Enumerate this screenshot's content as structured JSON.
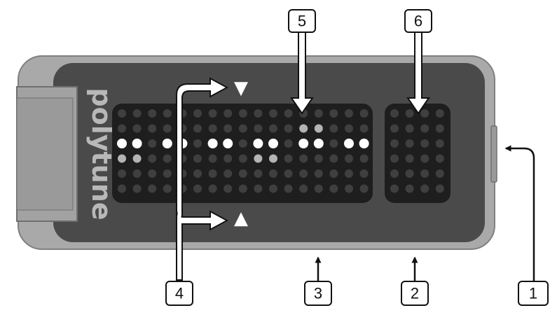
{
  "device": {
    "brand": "polytune",
    "flat_indicator": "▼",
    "sharp_indicator": "▲"
  },
  "callouts": [
    {
      "id": "c1",
      "label": "1"
    },
    {
      "id": "c2",
      "label": "2"
    },
    {
      "id": "c3",
      "label": "3"
    },
    {
      "id": "c4",
      "label": "4"
    },
    {
      "id": "c5",
      "label": "5"
    },
    {
      "id": "c6",
      "label": "6"
    }
  ],
  "colors": {
    "body_outer": "#a9a9a9",
    "body_inner": "#4a4a4a",
    "display_bg": "#1e1e1e",
    "led_off": "#3f3f3f",
    "led_on": "#ffffff",
    "led_dim": "#b4b4b4"
  },
  "main_display": {
    "rows": 6,
    "cols": 17,
    "lit_cells": [
      [
        2,
        0
      ],
      [
        2,
        1
      ],
      [
        2,
        3
      ],
      [
        2,
        4
      ],
      [
        2,
        6
      ],
      [
        2,
        7
      ],
      [
        2,
        9
      ],
      [
        2,
        10
      ],
      [
        2,
        12
      ],
      [
        2,
        13
      ],
      [
        2,
        15
      ],
      [
        2,
        16
      ]
    ],
    "dim_cells": [
      [
        1,
        12
      ],
      [
        1,
        13
      ],
      [
        3,
        0
      ],
      [
        3,
        1
      ],
      [
        3,
        9
      ],
      [
        3,
        10
      ]
    ]
  },
  "note_display": {
    "rows": 6,
    "cols": 4
  }
}
